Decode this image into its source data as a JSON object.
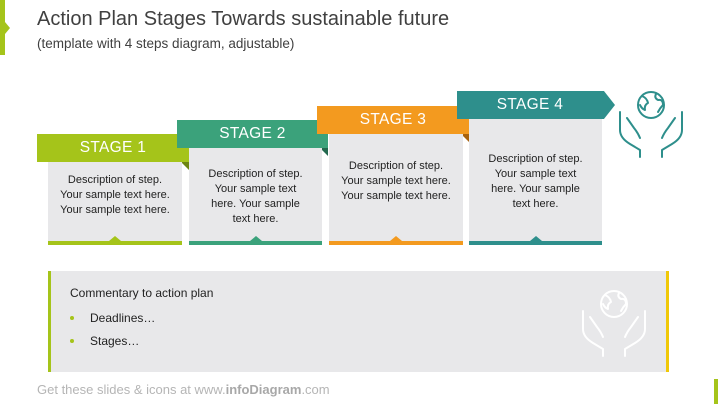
{
  "header": {
    "title": "Action Plan Stages Towards sustainable future",
    "subtitle": "(template with 4 steps diagram, adjustable)"
  },
  "colors": {
    "stage1": "#a5c41a",
    "stage2": "#3ba27b",
    "stage3": "#f39a1f",
    "stage4": "#2e8f8c",
    "card_bg": "#e8e8ea",
    "icon": "#2e8f8c"
  },
  "stages": [
    {
      "label": "STAGE 1",
      "description": "Description of step. Your sample text here. Your sample text here."
    },
    {
      "label": "STAGE 2",
      "description": "Description of step. Your sample text here. Your sample text here."
    },
    {
      "label": "STAGE 3",
      "description": "Description of step. Your sample text here. Your sample text here."
    },
    {
      "label": "STAGE 4",
      "description": "Description of step. Your sample text here. Your sample text here."
    }
  ],
  "icons": {
    "top": "globe-in-hands-icon",
    "commentary": "globe-in-hands-icon"
  },
  "commentary": {
    "title": "Commentary to action plan",
    "bullets": [
      "Deadlines…",
      "Stages…"
    ]
  },
  "footer": {
    "prefix": "Get these slides & icons at www.",
    "brand": "infoDiagram",
    "suffix": ".com"
  }
}
